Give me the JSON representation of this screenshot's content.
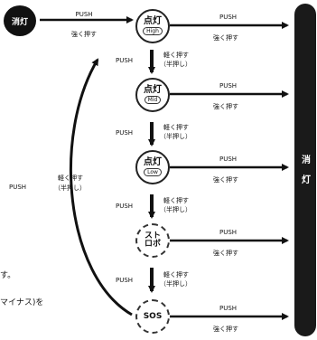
{
  "off_badge": "消灯",
  "off_bar": [
    "消",
    "灯"
  ],
  "top_push": "PUSH",
  "top_press": "強く押す",
  "modes": [
    {
      "main": "点灯",
      "sub": "High"
    },
    {
      "main": "点灯",
      "sub": "Mid"
    },
    {
      "main": "点灯",
      "sub": "Low"
    },
    {
      "main_lines": [
        "スト",
        "ロボ"
      ]
    },
    {
      "main": "SOS"
    }
  ],
  "right_push": "PUSH",
  "right_press": "強く押す",
  "down_push": "PUSH",
  "down_press_lines": [
    "軽く押す",
    "（半押し）"
  ],
  "return_push": "PUSH",
  "return_press_lines": [
    "軽く押す",
    "（半押し）"
  ],
  "left_fragments": [
    "す。",
    "マイナス)を"
  ]
}
